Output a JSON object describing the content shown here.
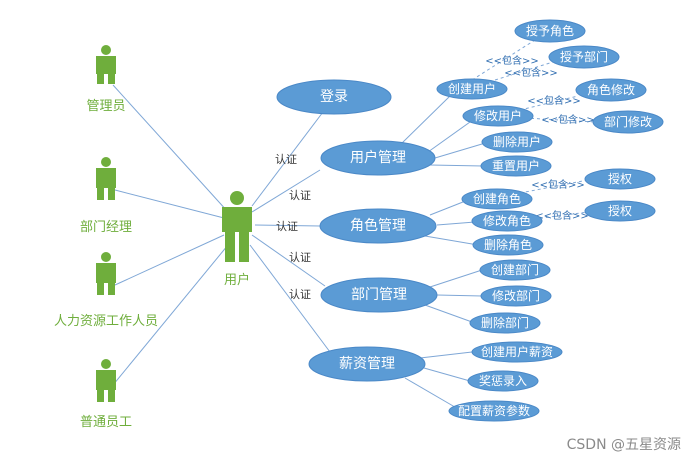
{
  "actors": {
    "admin": "管理员",
    "dept_manager": "部门经理",
    "hr_staff": "人力资源工作人员",
    "employee": "普通员工",
    "user": "用户"
  },
  "usecases": {
    "login": "登录",
    "user_mgmt": "用户管理",
    "role_mgmt": "角色管理",
    "dept_mgmt": "部门管理",
    "salary_mgmt": "薪资管理",
    "create_user": "创建用户",
    "modify_user": "修改用户",
    "delete_user": "删除用户",
    "reset_user": "重置用户",
    "grant_role": "授予角色",
    "grant_dept": "授予部门",
    "role_modify": "角色修改",
    "dept_modify": "部门修改",
    "create_role": "创建角色",
    "modify_role": "修改角色",
    "delete_role": "删除角色",
    "authorize1": "授权",
    "authorize2": "授权",
    "create_dept": "创建部门",
    "modify_dept": "修改部门",
    "delete_dept": "删除部门",
    "create_salary": "创建用户薪资",
    "reward_entry": "奖惩录入",
    "config_salary": "配置薪资参数"
  },
  "labels": {
    "auth": "认证",
    "include": "<<包含>>"
  },
  "watermark": "CSDN @五星资源"
}
